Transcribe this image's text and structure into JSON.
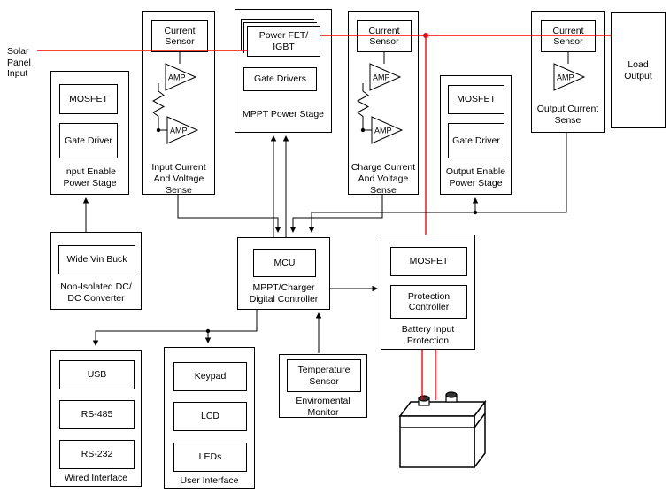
{
  "labels": {
    "solar_panel_input": "Solar Panel Input"
  },
  "colors": {
    "power_path": "#FF0000",
    "signal": "#000000",
    "box_border": "#000000",
    "background": "#FFFFFF"
  },
  "icons": {
    "op_amp": "amp-triangle",
    "resistor": "resistor-zigzag",
    "battery": "lead-acid-battery"
  },
  "blocks": {
    "input_enable": {
      "caption": "Input Enable Power Stage",
      "mosfet": "MOSFET",
      "gate_driver": "Gate Driver"
    },
    "input_sense": {
      "caption": "Input Current And Voltage Sense",
      "current_sensor": "Current Sensor",
      "amp1": "AMP",
      "amp2": "AMP"
    },
    "mppt_power_stage": {
      "caption": "MPPT Power Stage",
      "power_fet": "Power FET/ IGBT",
      "gate_drivers": "Gate Drivers"
    },
    "charge_sense": {
      "caption": "Charge Current And Voltage Sense",
      "current_sensor": "Current Sensor",
      "amp1": "AMP",
      "amp2": "AMP"
    },
    "output_enable": {
      "caption": "Output Enable Power Stage",
      "mosfet": "MOSFET",
      "gate_driver": "Gate Driver"
    },
    "output_current_sense": {
      "caption": "Output Current Sense",
      "current_sensor": "Current Sensor",
      "amp": "AMP"
    },
    "load_output": {
      "caption": "Load Output"
    },
    "dc_dc": {
      "caption": "Non-Isolated DC/ DC Converter",
      "wide_vin_buck": "Wide Vin Buck"
    },
    "controller": {
      "caption": "MPPT/Charger Digital Controller",
      "mcu": "MCU"
    },
    "battery_protection": {
      "caption": "Battery Input Protection",
      "mosfet": "MOSFET",
      "protection_controller": "Protection Controller"
    },
    "wired_interface": {
      "caption": "Wired Interface",
      "usb": "USB",
      "rs485": "RS-485",
      "rs232": "RS-232"
    },
    "user_interface": {
      "caption": "User Interface",
      "keypad": "Keypad",
      "lcd": "LCD",
      "leds": "LEDs"
    },
    "environmental_monitor": {
      "caption": "Enviromental Monitor",
      "temperature_sensor": "Temperature Sensor"
    }
  }
}
